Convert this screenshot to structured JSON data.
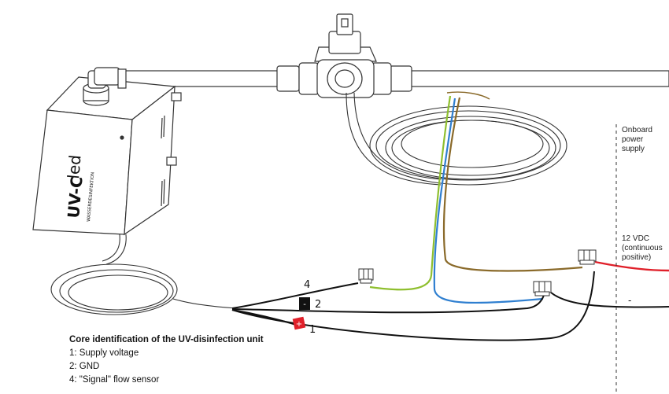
{
  "device": {
    "brand_line1": "UV-C",
    "brand_line2": "led",
    "subtitle": "WASSERDESINFEKTION"
  },
  "wire_numbers": {
    "n4": "4",
    "n2": "2",
    "n1": "1"
  },
  "terminal_marks": {
    "gnd_mark": "-",
    "plus_mark": "+"
  },
  "power_supply": {
    "label_line1": "Onboard",
    "label_line2": "power",
    "label_line3": "supply",
    "vdc_line1": "12 VDC",
    "vdc_line2": "(continuous",
    "vdc_line3": "positive)",
    "minus": "-"
  },
  "legend": {
    "title": "Core identification of the UV-disinfection unit",
    "items": [
      "1: Supply voltage",
      "2: GND",
      "4: \"Signal\" flow sensor"
    ]
  },
  "colors": {
    "outline": "#333333",
    "red_wire": "#e0202a",
    "blue_wire": "#2f7fd0",
    "yellow_green_wire": "#8fbf2f",
    "brown_wire": "#8a6a2a",
    "black_wire": "#111111"
  }
}
